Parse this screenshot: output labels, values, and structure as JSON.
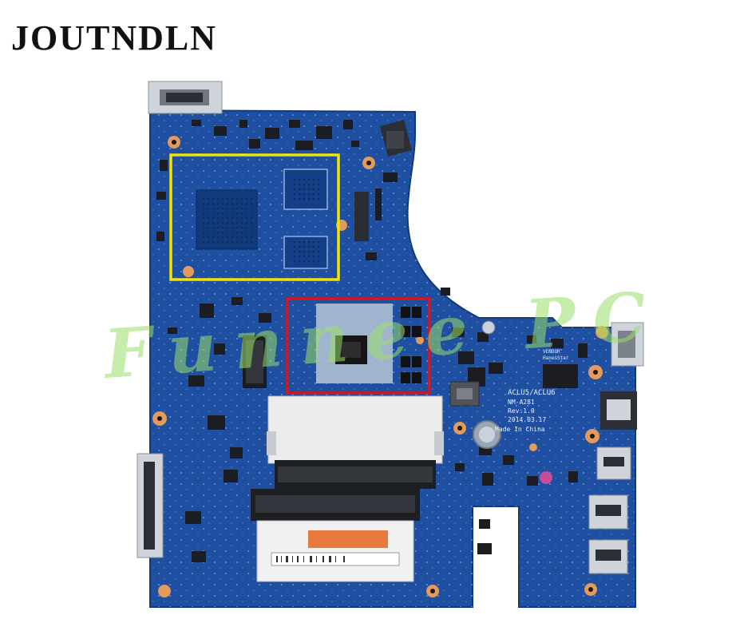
{
  "brand": {
    "logo_text": "JOUTNDLN"
  },
  "watermark": {
    "text": "Funnee PC"
  },
  "board": {
    "model": "ACLU5/ACLU6",
    "part_number": "NM-A281",
    "revision": "Rev:1.0",
    "date": "2014.03.17",
    "origin": "Made In China",
    "vendor_label": "VENDOR",
    "vendor_name": "HanesStar"
  },
  "highlights": [
    {
      "label": "gpu-area-box",
      "color": "#f5e400"
    },
    {
      "label": "cpu-area-box",
      "color": "#d8141c"
    }
  ],
  "colors": {
    "pcb": "#1f4fa0",
    "pcb_dark": "#153d80",
    "pad": "#e39a5a",
    "metal": "#cfd4da",
    "watermark": "#9be06a"
  }
}
